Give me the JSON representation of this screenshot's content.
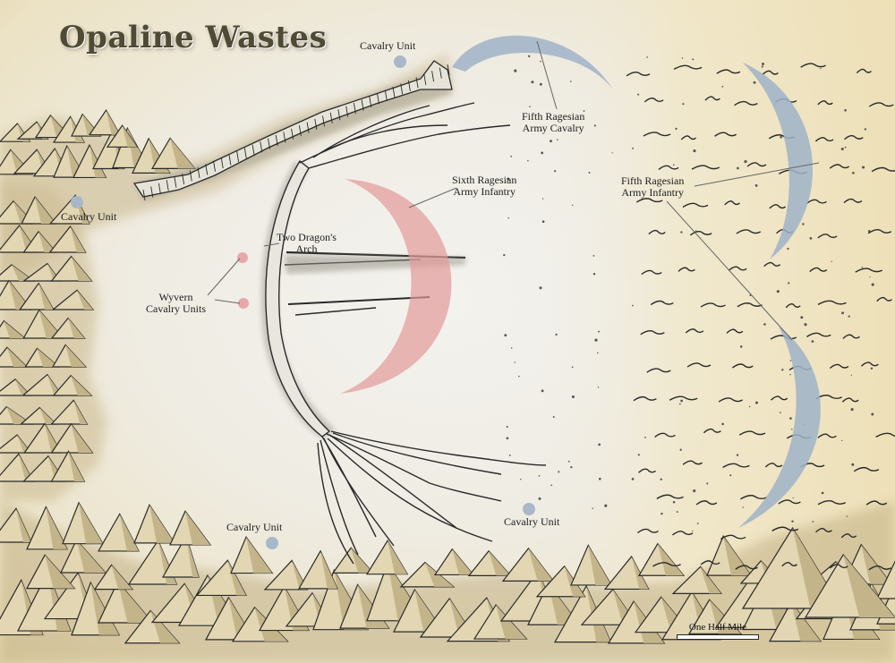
{
  "map": {
    "title": "Opaline Wastes",
    "labels": {
      "cavalry_north": "Cavalry Unit",
      "cavalry_west": "Cavalry Unit",
      "cavalry_south": "Cavalry Unit",
      "cavalry_southeast": "Cavalry Unit",
      "fifth_cavalry_line1": "Fifth Ragesian",
      "fifth_cavalry_line2": "Army Cavalry",
      "sixth_infantry_line1": "Sixth Ragesian",
      "sixth_infantry_line2": "Army Infantry",
      "fifth_infantry_line1": "Fifth Ragesian",
      "fifth_infantry_line2": "Army Infantry",
      "arch_line1": "Two Dragon's",
      "arch_line2": "Arch",
      "wyvern_line1": "Wyvern",
      "wyvern_line2": "Cavalry Units"
    },
    "scale_label": "One Half Mile",
    "colors": {
      "ground": "#efece3",
      "sand": "#e9dcb3",
      "mountain": "#d8c8a0",
      "ink": "#2a2a2a",
      "fifth_army": "#9fb3c8",
      "sixth_army": "#e39a9a",
      "title_text": "#4e4a33"
    }
  }
}
